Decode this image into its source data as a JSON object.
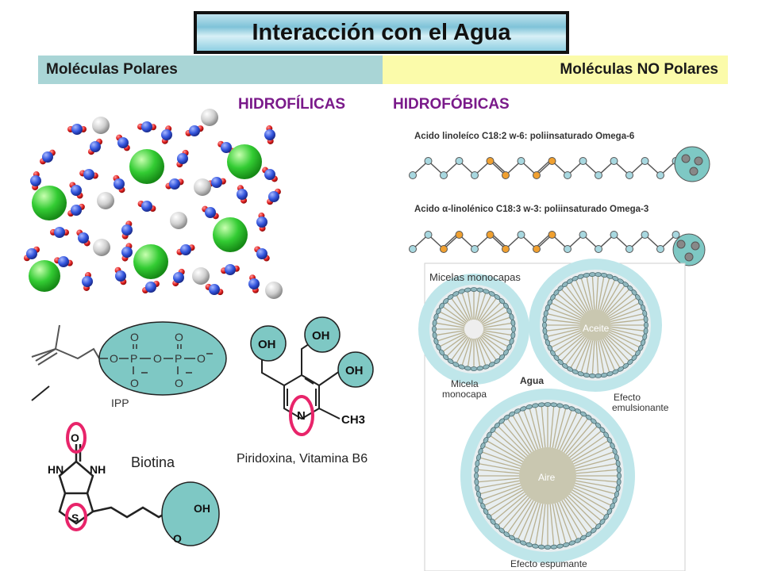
{
  "title": "Interacción con el Agua",
  "header": {
    "left": "Moléculas Polares",
    "right": "Moléculas NO Polares"
  },
  "labels": {
    "hydrophilic": "HIDROFÍLICAS",
    "hydrophobic": "HIDROFÓBICAS"
  },
  "lipids": {
    "linoleic": "Acido linoleíco C18:2 w-6: poliinsaturado Omega-6",
    "linolenic": "Acido α-linolénico C18:3 w-3: poliinsaturado Omega-3"
  },
  "micelles": {
    "heading": "Micelas monocapas",
    "micelle_label_1": "Micela",
    "micelle_label_2": "monocapa",
    "oil": "Aceite",
    "water": "Agua",
    "emulsion_1": "Efecto",
    "emulsion_2": "emulsionante",
    "air": "Aire",
    "foam": "Efecto espumante"
  },
  "molecules": {
    "ipp": "IPP",
    "ipp_oh": "O",
    "ipp_p": "P",
    "biotin": "Biotina",
    "biotin_hn": "HN",
    "biotin_nh": "NH",
    "biotin_o": "O",
    "biotin_s": "S",
    "biotin_oh": "OH",
    "pyridoxine": "Piridoxina, Vitamina B6",
    "pyr_oh": "OH",
    "pyr_n": "N",
    "pyr_ch3": "CH3"
  },
  "colors": {
    "band_polar": "#a9d5d6",
    "band_nonpolar": "#fbfbaa",
    "accent_label": "#7a1a8a",
    "highlight": "#e8246a",
    "polar_fill": "#7ec8c4",
    "chlorine": "#33cc33",
    "sodium": "#cfcfcf",
    "oxygen": "#e02020",
    "hydrogen": "#3355dd",
    "double_bond": "#f0a030"
  }
}
